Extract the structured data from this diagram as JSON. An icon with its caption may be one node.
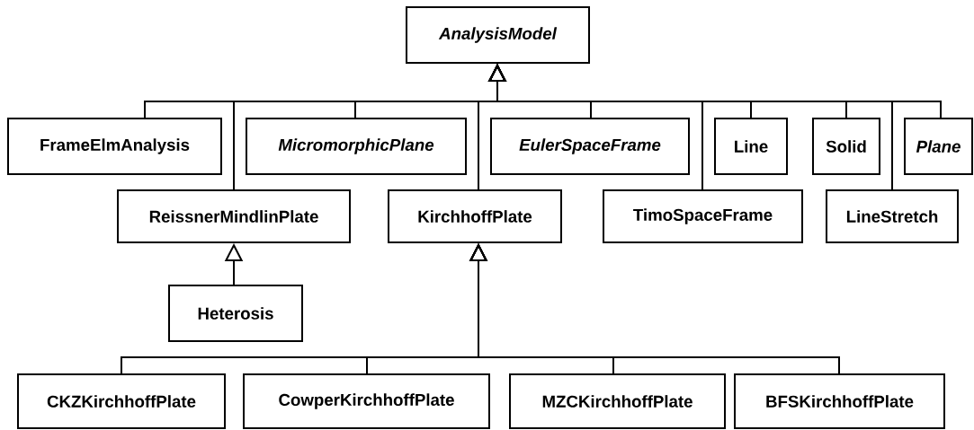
{
  "diagram": {
    "nodes": [
      {
        "text": [
          "AnalysisModel"
        ]
      },
      {
        "text": [
          "FrameElmAnalysis"
        ]
      },
      {
        "text": [
          "MicromorphicPlane"
        ]
      },
      {
        "text": [
          "EulerSpaceFrame"
        ]
      },
      {
        "text": [
          "Line"
        ]
      },
      {
        "text": [
          "Solid"
        ]
      },
      {
        "text": [
          "Plane"
        ]
      },
      {
        "text": [
          "ReissnerMindlinPlate"
        ]
      },
      {
        "text": [
          "KirchhoffPlate"
        ]
      },
      {
        "text": [
          "TimoSpaceFrame"
        ]
      },
      {
        "text": [
          "LineStretch"
        ]
      },
      {
        "text": [
          "Heterosis"
        ]
      },
      {
        "text": [
          "CKZKirchhoffPlate"
        ]
      },
      {
        "text": [
          "CowperKirchhoffPlate"
        ]
      },
      {
        "text": [
          "MZCKirchhoffPlate"
        ]
      },
      {
        "text": [
          "BFSKirchhoffPlate"
        ]
      }
    ],
    "edges": [
      {
        "from": 1,
        "to": 0,
        "arrow": "to"
      },
      {
        "from": 2,
        "to": 0,
        "arrow": "to"
      },
      {
        "from": 3,
        "to": 0,
        "arrow": "to"
      },
      {
        "from": 4,
        "to": 0,
        "arrow": "to"
      },
      {
        "from": 5,
        "to": 0,
        "arrow": "to"
      },
      {
        "from": 6,
        "to": 0,
        "arrow": "to"
      },
      {
        "from": 7,
        "to": 0,
        "arrow": "to"
      },
      {
        "from": 8,
        "to": 0,
        "arrow": "to"
      },
      {
        "from": 9,
        "to": 0,
        "arrow": "to"
      },
      {
        "from": 10,
        "to": 0,
        "arrow": "to"
      },
      {
        "from": 11,
        "to": 7,
        "arrow": "to"
      },
      {
        "from": 12,
        "to": 8,
        "arrow": "to"
      },
      {
        "from": 13,
        "to": 8,
        "arrow": "to"
      },
      {
        "from": 14,
        "to": 8,
        "arrow": "to"
      },
      {
        "from": 15,
        "to": 8,
        "arrow": "to"
      }
    ]
  }
}
